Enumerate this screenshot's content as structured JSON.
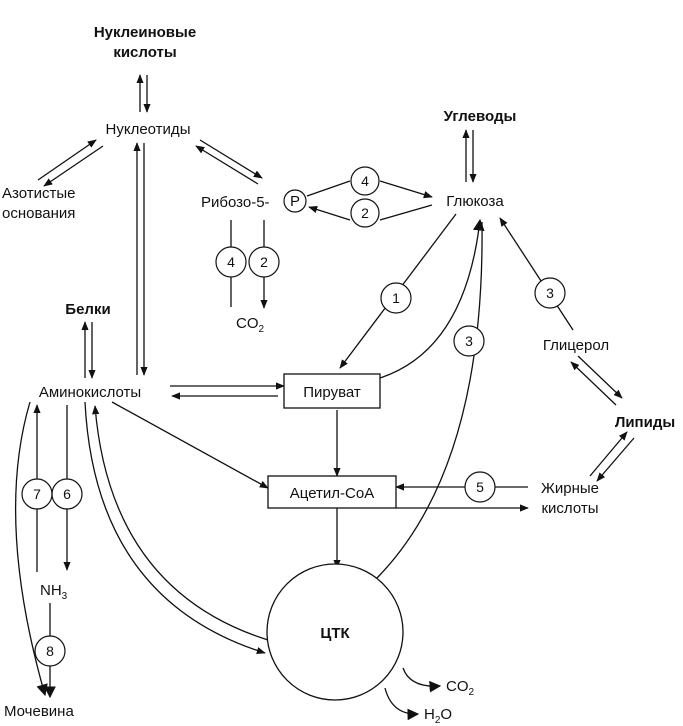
{
  "nodes": {
    "nucleic_acids_line1": "Нуклеиновые",
    "nucleic_acids_line2": "кислоты",
    "nucleotides": "Нуклеотиды",
    "nitrogen_bases_line1": "Азотистые",
    "nitrogen_bases_line2": "основания",
    "ribose": "Рибозо-5-",
    "phosphate": "P",
    "carbohydrates": "Углеводы",
    "glucose": "Глюкоза",
    "proteins": "Белки",
    "amino_acids": "Аминокислоты",
    "pyruvate": "Пируват",
    "glycerol": "Глицерол",
    "lipids": "Липиды",
    "acetyl_coa": "Ацетил-СоА",
    "fatty_acids_line1": "Жирные",
    "fatty_acids_line2": "кислоты",
    "tca": "ЦТК",
    "ammonia": "NH",
    "ammonia_sub": "3",
    "urea": "Мочевина",
    "co2_ribose": "CO",
    "co2_ribose_sub": "2",
    "co2_tca": "CO",
    "co2_tca_sub": "2",
    "water": "H",
    "water_sub": "2",
    "water_tail": "O"
  },
  "pathway_numbers": {
    "ribose_to_glucose": "4",
    "glucose_to_ribose": "2",
    "ribose_down_left": "4",
    "ribose_down_right": "2",
    "glucose_to_pyruvate": "1",
    "pyruvate_to_glucose": "3",
    "glycerol_to_glucose": "3",
    "aa_up": "7",
    "aa_down": "6",
    "fatty_to_acetyl": "5",
    "ammonia_to_urea": "8"
  }
}
